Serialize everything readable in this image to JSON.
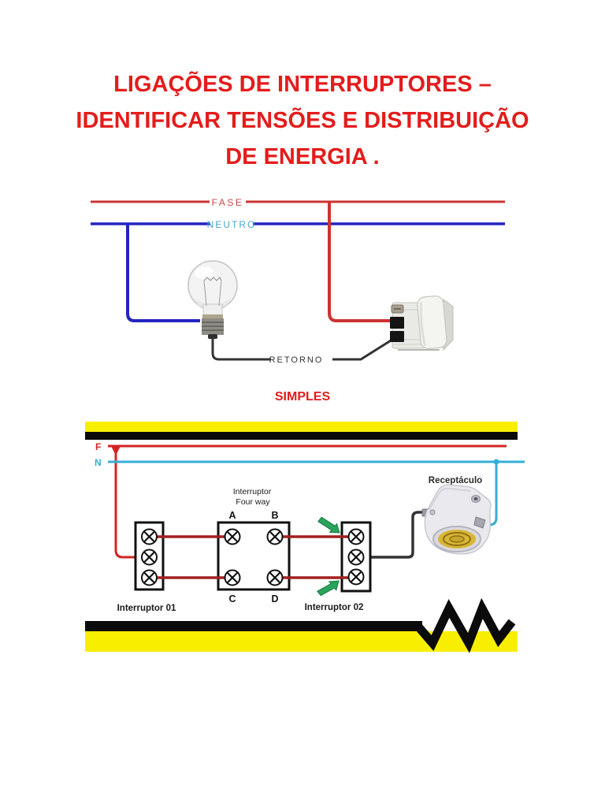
{
  "colors": {
    "title-red": "#e41c1c",
    "fase-red": "#cd3333",
    "fase-text": "#cd4444",
    "neutro-blue": "#2424c2",
    "neutro-text": "#4aa3d4",
    "wire-black": "#333333",
    "phase2-red": "#d32424",
    "neutral2-cyan": "#35aed6",
    "dark-red-wire": "#a32020",
    "arrow-green": "#2aa45c",
    "stripe-yellow": "#f8ef00",
    "stripe-black": "#0b0b0b"
  },
  "title": {
    "lines": [
      "LIGAÇÕES DE INTERRUPTORES –",
      "IDENTIFICAR TENSÕES E DISTRIBUIÇÃO",
      "DE ENERGIA ."
    ]
  },
  "diagram_simples": {
    "fase_label": "FASE",
    "neutro_label": "NEUTRO",
    "retorno_label": "RETORNO",
    "caption": "SIMPLES"
  },
  "diagram_four_way": {
    "phase_label": "F",
    "neutral_label": "N",
    "four_way_title_line1": "Interruptor",
    "four_way_title_line2": "Four way",
    "receptacle_label": "Receptáculo",
    "terminals": [
      "A",
      "B",
      "C",
      "D"
    ],
    "switch1_label": "Interruptor 01",
    "switch2_label": "Interruptor 02"
  }
}
